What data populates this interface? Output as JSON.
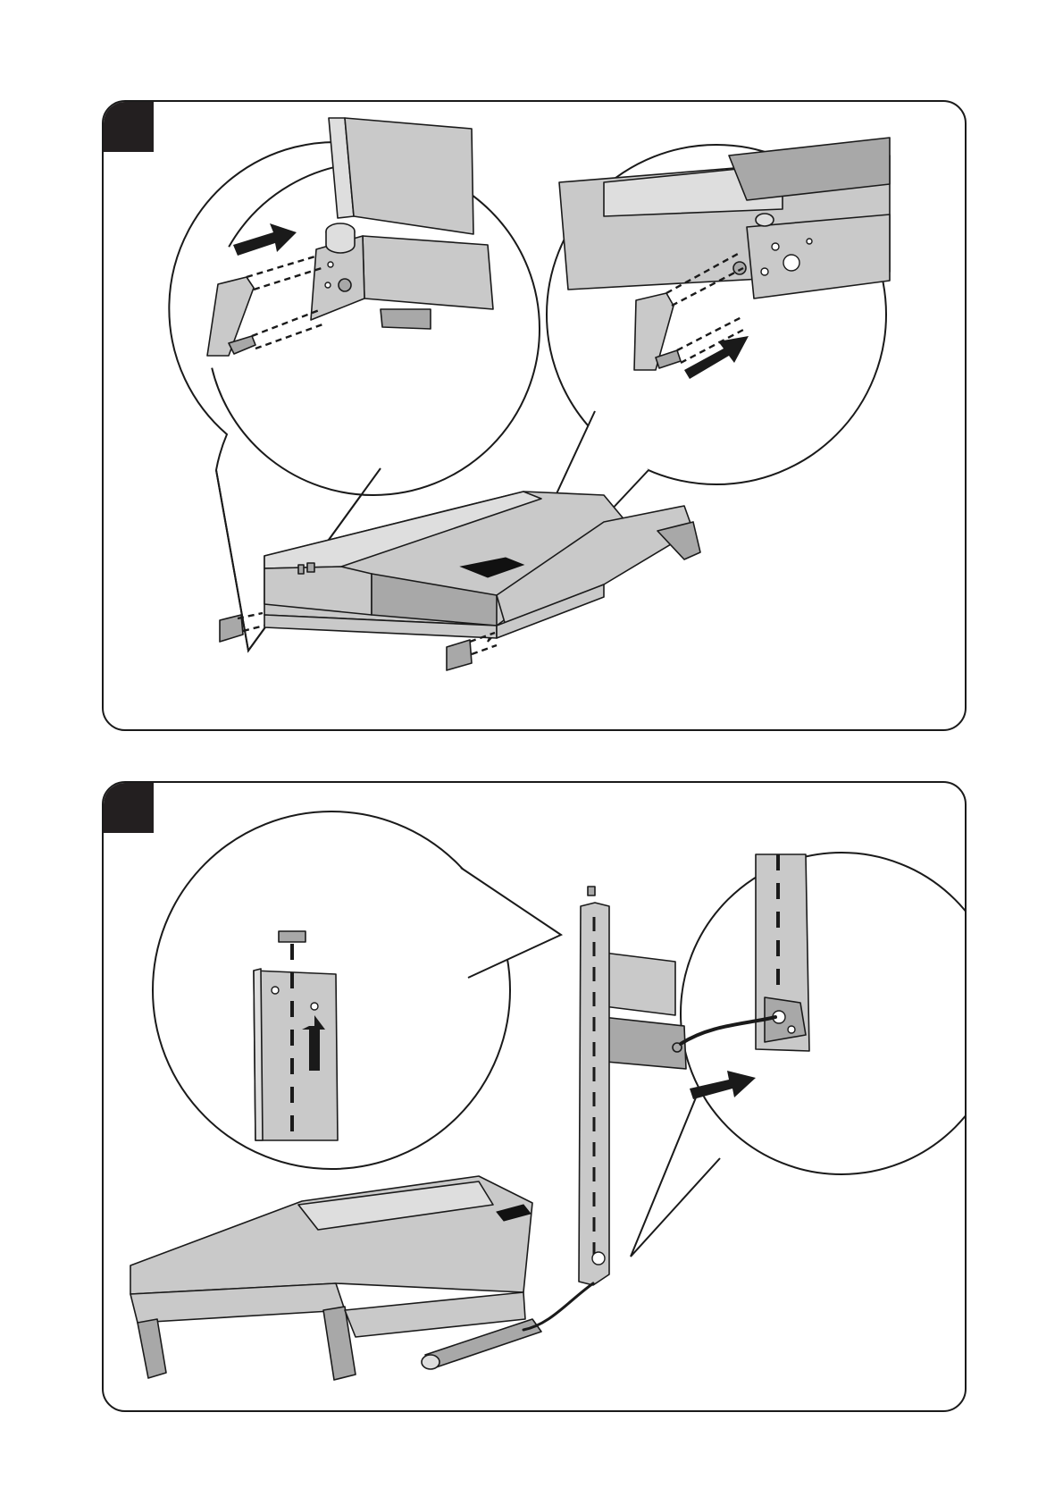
{
  "page": {
    "steps": [
      {
        "id": "step-1",
        "badge_label": "",
        "description_icon": "assembly-diagram"
      },
      {
        "id": "step-2",
        "badge_label": "",
        "description_icon": "assembly-diagram"
      }
    ]
  },
  "colors": {
    "ink": "#1a1a1a",
    "badge": "#231f20",
    "part_fill": "#c9c9c9",
    "part_shadow": "#a8a8a8",
    "part_highlight": "#dedede",
    "paper": "#ffffff"
  },
  "icons": {
    "step_marker": "square-badge",
    "direction": "arrow-icon",
    "cable": "cable-icon"
  }
}
